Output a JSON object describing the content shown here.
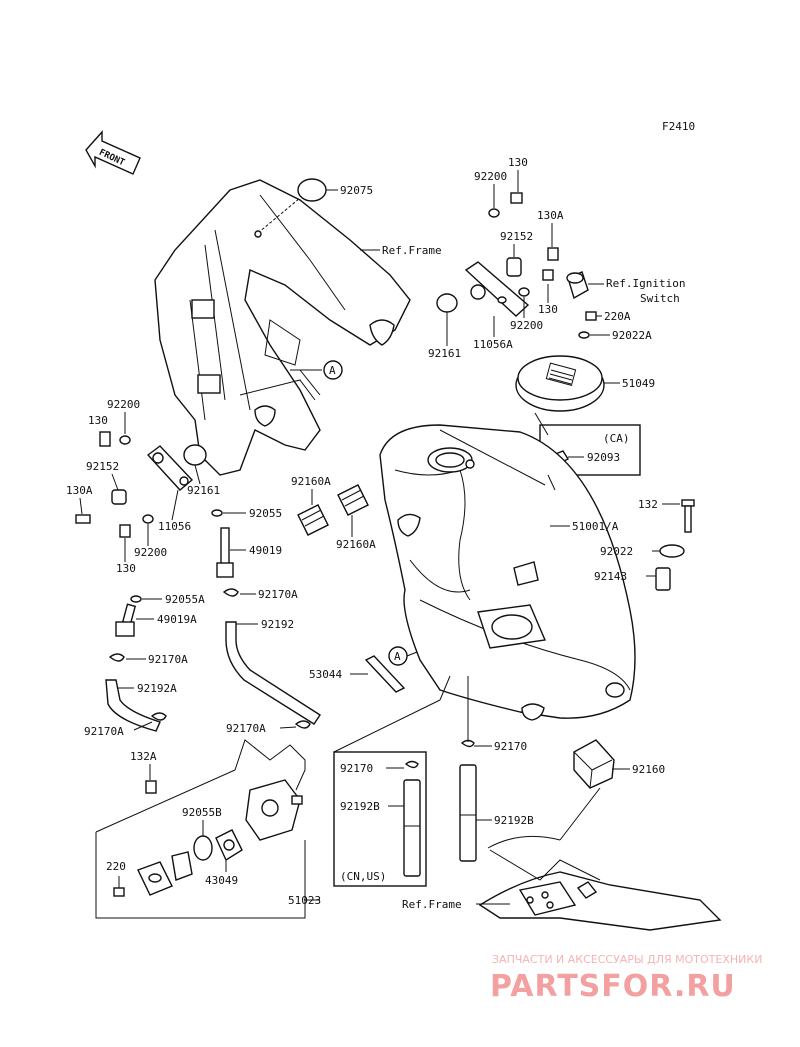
{
  "figure_code": "F2410",
  "front_label": "FRONT",
  "callout_marker": "A",
  "labels": {
    "p92075": "92075",
    "ref_frame_top": "Ref.Frame",
    "p130_top": "130",
    "p92200_top": "92200",
    "p130A_top": "130A",
    "p92152_top": "92152",
    "ref_ignition_1": "Ref.Ignition",
    "ref_ignition_2": "Switch",
    "p130_mid": "130",
    "p220A": "220A",
    "p92200_mid": "92200",
    "p92022A": "92022A",
    "p92161_top": "92161",
    "p11056A": "11056A",
    "p51049": "51049",
    "ca_label": "(CA)",
    "p92093": "92093",
    "p92200_left": "92200",
    "p130_left": "130",
    "p92152_left": "92152",
    "p92161_left": "92161",
    "p130A_left": "130A",
    "p11056": "11056",
    "p92200_left2": "92200",
    "p130_left2": "130",
    "p92160A_1": "92160A",
    "p92160A_2": "92160A",
    "p92055": "92055",
    "p49019": "49019",
    "p92055A": "92055A",
    "p92170A_1": "92170A",
    "p49019A": "49019A",
    "p92192": "92192",
    "p92170A_2": "92170A",
    "p92192A": "92192A",
    "p53044": "53044",
    "p92170A_3": "92170A",
    "p92170A_4": "92170A",
    "p51001A": "51001/A",
    "p132": "132",
    "p92022": "92022",
    "p92143": "92143",
    "p92170_right": "92170",
    "p92160": "92160",
    "p132A": "132A",
    "p92170_left": "92170",
    "p92192B_left": "92192B",
    "p92192B_right": "92192B",
    "p92055B": "92055B",
    "p220": "220",
    "p43049": "43049",
    "p51023": "51023",
    "cn_us": "(CN,US)",
    "ref_frame_bottom": "Ref.Frame"
  },
  "watermark": {
    "top": "ЗАПЧАСТИ И АКСЕССУАРЫ ДЛЯ МОТОТЕХНИКИ",
    "brand": "PARTSFOR.RU"
  }
}
